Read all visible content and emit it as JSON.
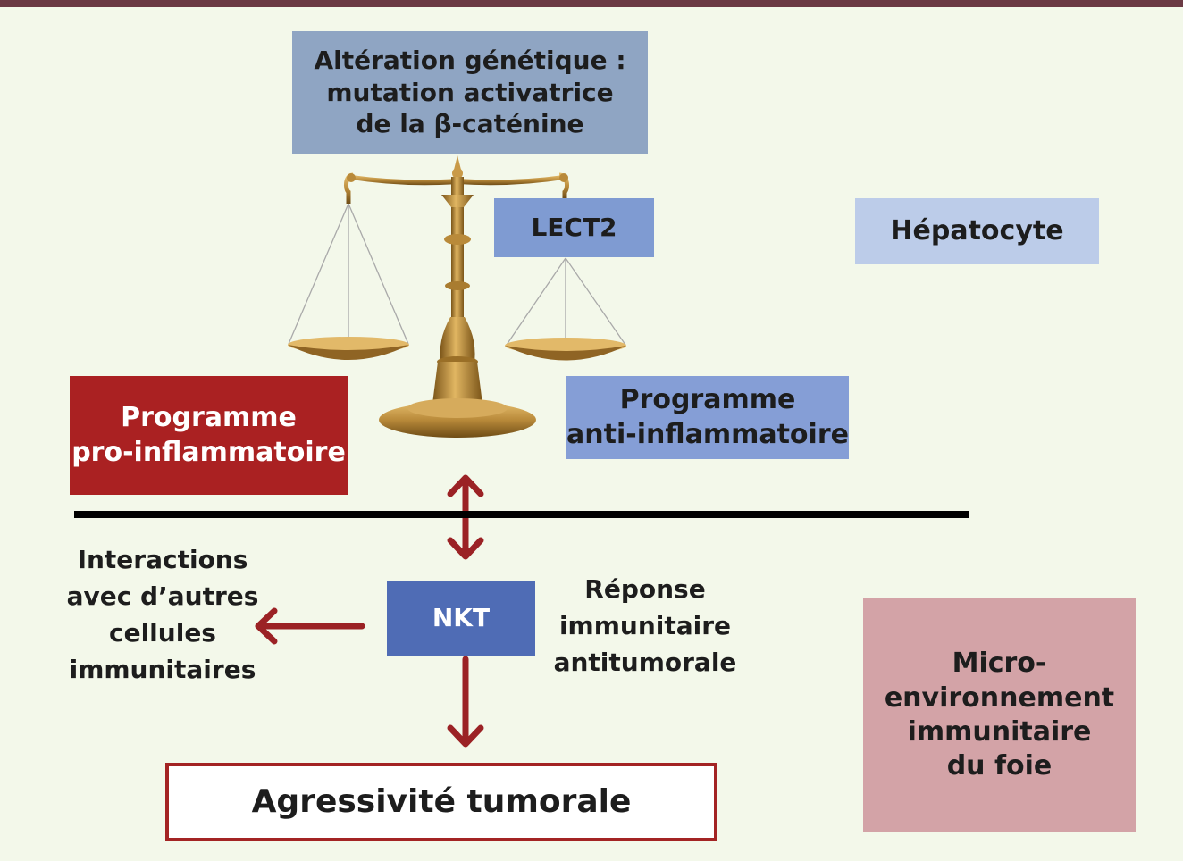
{
  "boxes": {
    "genetic_alteration": "Altération génétique :\nmutation activatrice\nde la β-caténine",
    "lect2": "LECT2",
    "hepatocyte": "Hépatocyte",
    "pro_inflammatory": "Programme\npro-inflammatoire",
    "anti_inflammatory": "Programme\nanti-inflammatoire",
    "nkt": "NKT",
    "microenvironment": "Micro-\nenvironnement\nimmunitaire\ndu foie",
    "tumor_aggressiveness": "Agressivité tumorale"
  },
  "labels": {
    "interactions": "Interactions\navec d’autres\ncellules\nimmunitaires",
    "immune_response": "Réponse\nimmunitaire\nantitumorale"
  },
  "colors": {
    "background": "#f3f8ea",
    "top_bar": "#6b3a44",
    "arrow": "#9b2225",
    "scale_gold": "#b98a3a"
  }
}
